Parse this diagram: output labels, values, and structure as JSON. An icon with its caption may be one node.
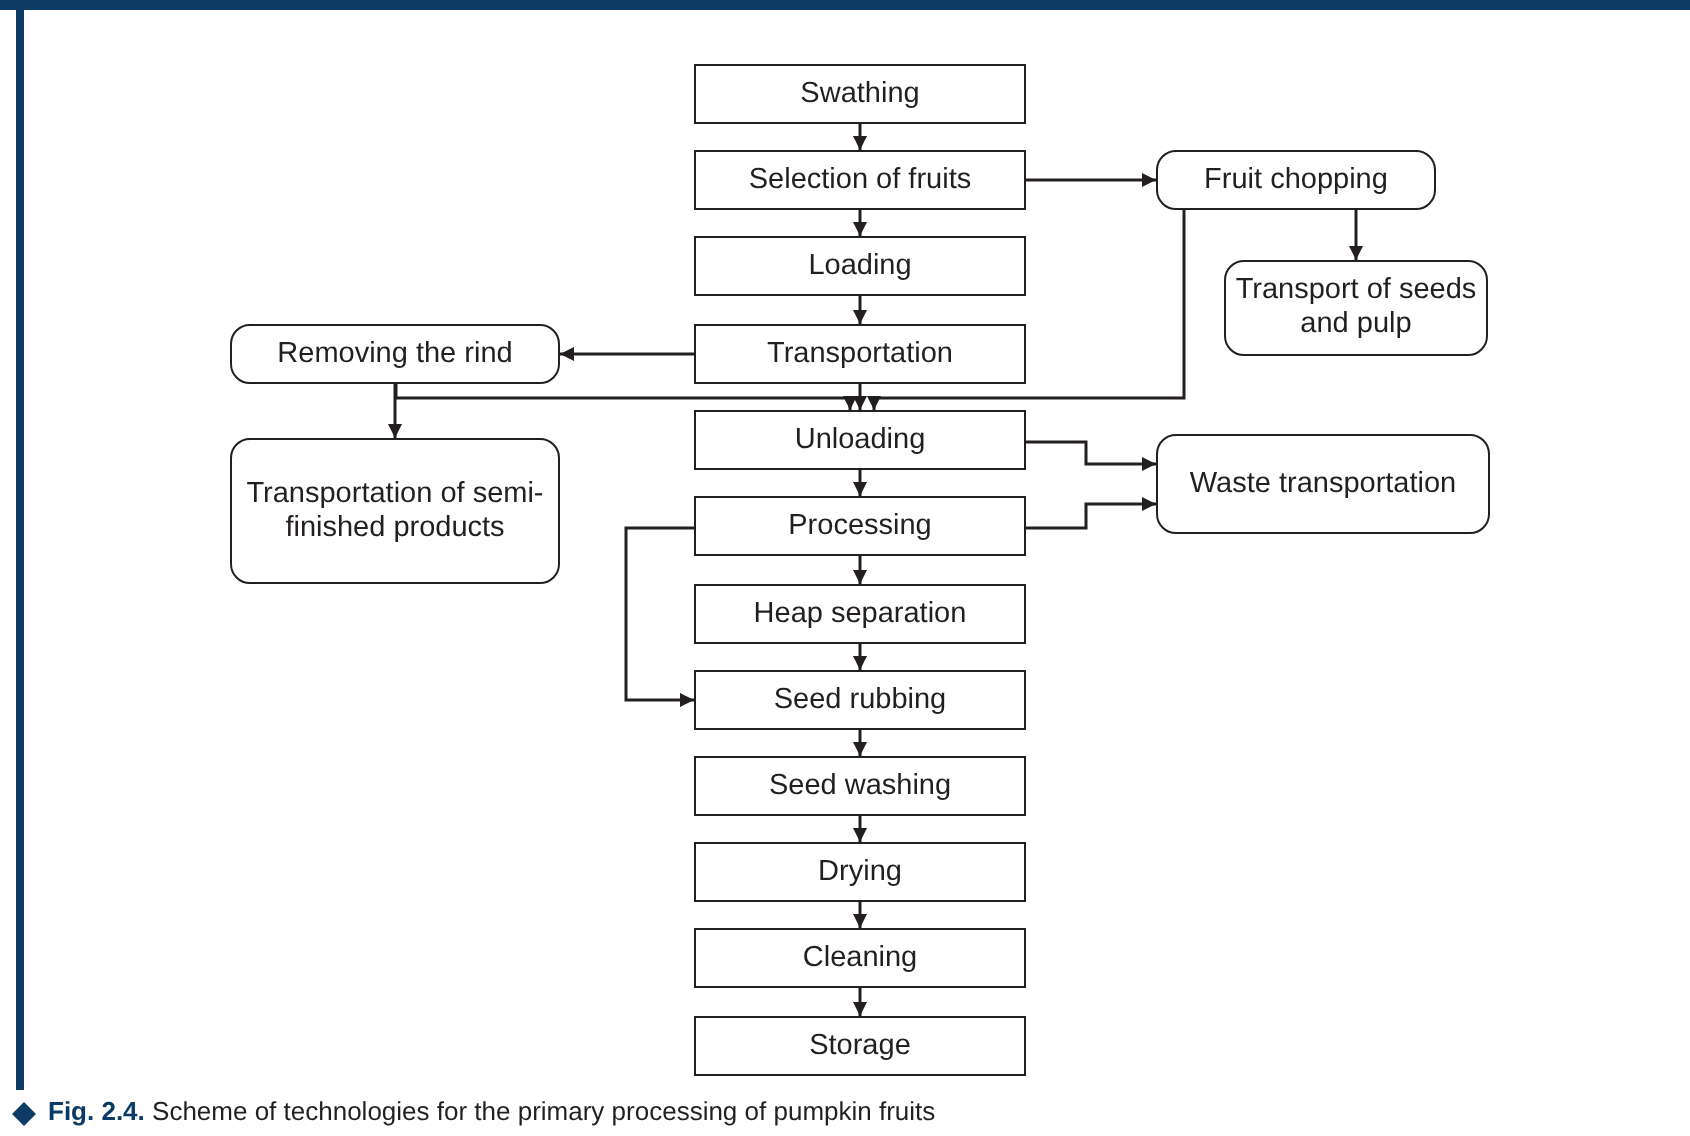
{
  "diagram": {
    "caption": "**Fig. 2.4.** Scheme of technologies for the primary processing of pumpkin fruits",
    "nodes": [
      {
        "text": [
          "Swathing"
        ]
      },
      {
        "text": [
          "Selection of fruits"
        ]
      },
      {
        "text": [
          "Loading"
        ]
      },
      {
        "text": [
          "Transportation"
        ]
      },
      {
        "text": [
          "Unloading"
        ]
      },
      {
        "text": [
          "Processing"
        ]
      },
      {
        "text": [
          "Heap separation"
        ]
      },
      {
        "text": [
          "Seed rubbing"
        ]
      },
      {
        "text": [
          "Seed washing"
        ]
      },
      {
        "text": [
          "Drying"
        ]
      },
      {
        "text": [
          "Cleaning"
        ]
      },
      {
        "text": [
          "Storage"
        ]
      },
      {
        "text": [
          "Fruit chopping"
        ]
      },
      {
        "text": [
          "Transport of seeds and pulp"
        ]
      },
      {
        "text": [
          "Removing the rind"
        ]
      },
      {
        "text": [
          "Transportation of semi-finished products"
        ]
      },
      {
        "text": [
          "Waste transportation"
        ]
      }
    ],
    "edges": [
      {
        "from": 0,
        "to": 1,
        "arrow": "to"
      },
      {
        "from": 1,
        "to": 2,
        "arrow": "to"
      },
      {
        "from": 2,
        "to": 3,
        "arrow": "to"
      },
      {
        "from": 3,
        "to": 4,
        "arrow": "to"
      },
      {
        "from": 4,
        "to": 5,
        "arrow": "to"
      },
      {
        "from": 5,
        "to": 6,
        "arrow": "to"
      },
      {
        "from": 6,
        "to": 7,
        "arrow": "to"
      },
      {
        "from": 7,
        "to": 8,
        "arrow": "to"
      },
      {
        "from": 8,
        "to": 9,
        "arrow": "to"
      },
      {
        "from": 9,
        "to": 10,
        "arrow": "to"
      },
      {
        "from": 10,
        "to": 11,
        "arrow": "to"
      },
      {
        "from": 1,
        "to": 12,
        "arrow": "to"
      },
      {
        "from": 12,
        "to": 13,
        "arrow": "to"
      },
      {
        "from": 12,
        "to": 4,
        "arrow": "to"
      },
      {
        "from": 3,
        "to": 14,
        "arrow": "to"
      },
      {
        "from": 14,
        "to": 15,
        "arrow": "to"
      },
      {
        "from": 14,
        "to": 4,
        "arrow": "to"
      },
      {
        "from": 4,
        "to": 16,
        "arrow": "to"
      },
      {
        "from": 5,
        "to": 16,
        "arrow": "to"
      },
      {
        "from": 5,
        "to": 7,
        "arrow": "to"
      }
    ]
  }
}
